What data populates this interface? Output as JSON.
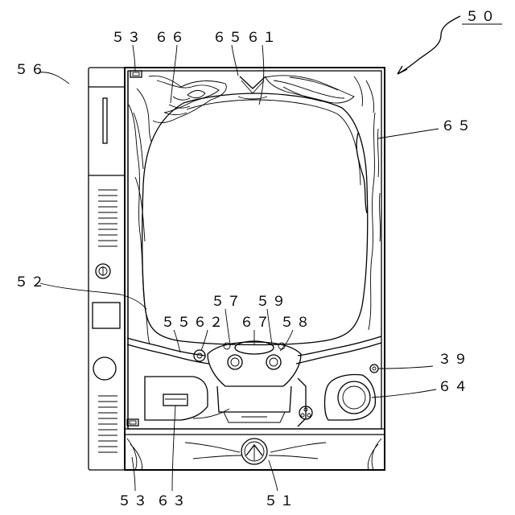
{
  "figure": {
    "labels": {
      "r50": "５０",
      "r56": "５６",
      "r53_top": "５３",
      "r66": "６６",
      "r65_top": "６５",
      "r61": "６１",
      "r65_right": "６５",
      "r52": "５２",
      "r57": "５７",
      "r59": "５９",
      "r55": "５５",
      "r62": "６２",
      "r67": "６７",
      "r58": "５８",
      "r39": "３９",
      "r64": "６４",
      "r53_bottom": "５３",
      "r63": "６３",
      "r51": "５１"
    }
  }
}
